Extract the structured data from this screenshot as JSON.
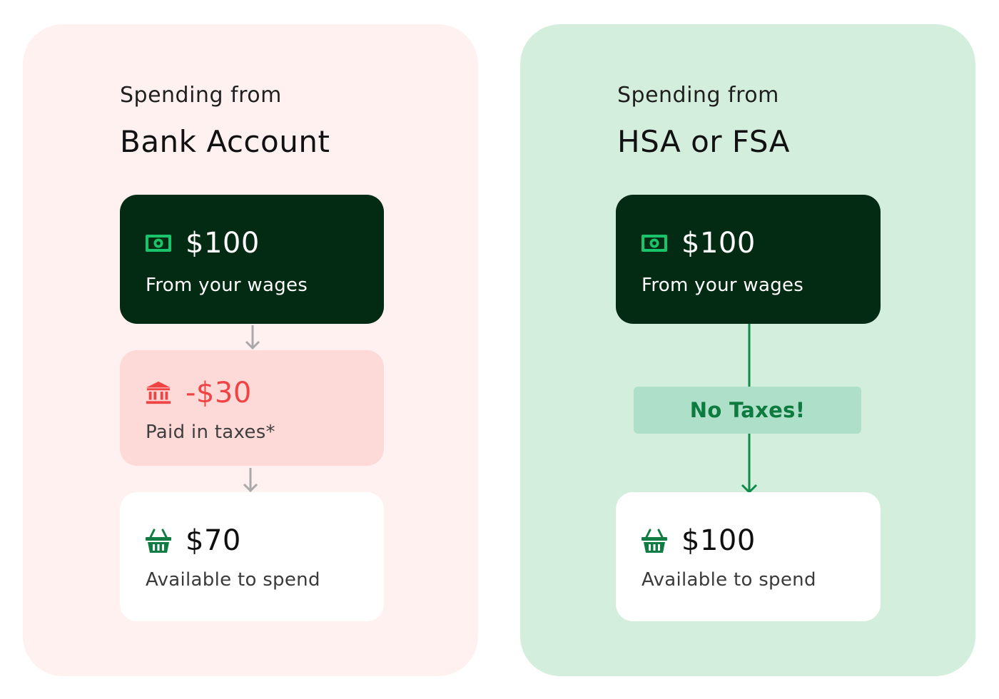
{
  "left_panel": {
    "kicker": "Spending from",
    "heading": "Bank Account",
    "wages_card": {
      "icon": "cash-icon",
      "amount": "$100",
      "caption": "From your wages"
    },
    "tax_card": {
      "icon": "bank-icon",
      "amount": "-$30",
      "caption": "Paid in taxes*"
    },
    "spend_card": {
      "icon": "basket-icon",
      "amount": "$70",
      "caption": "Available to spend"
    }
  },
  "right_panel": {
    "kicker": "Spending from",
    "heading": "HSA or FSA",
    "wages_card": {
      "icon": "cash-icon",
      "amount": "$100",
      "caption": "From your wages"
    },
    "no_tax_label": "No Taxes!",
    "spend_card": {
      "icon": "basket-icon",
      "amount": "$100",
      "caption": "Available to spend"
    }
  },
  "colors": {
    "left_panel_bg": "#fef1f0",
    "right_panel_bg": "#d4eedd",
    "dark_card_bg": "#032a13",
    "tax_card_bg": "#fdd9d7",
    "tax_red": "#f04343",
    "accent_green": "#19c46a",
    "basket_green": "#0f7d43",
    "no_tax_bg": "#addfc9",
    "no_tax_text": "#0d7a3e",
    "grey_arrow": "#a9a9a9"
  }
}
